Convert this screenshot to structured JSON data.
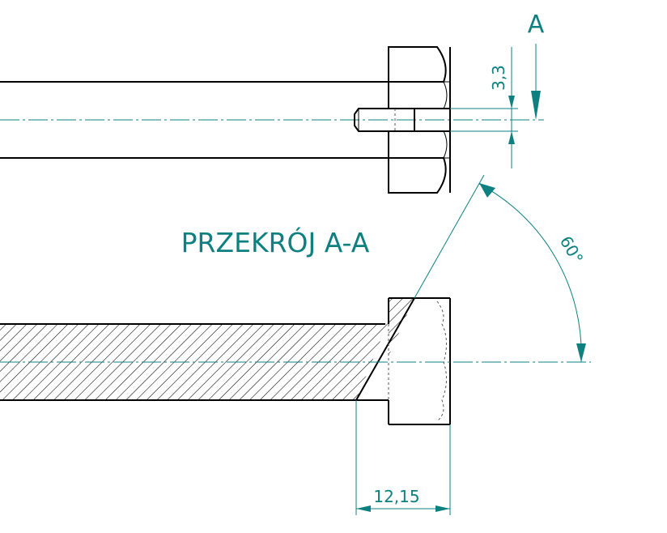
{
  "view_label": "A",
  "section_title": "PRZEKRÓJ A-A",
  "dimensions": {
    "thickness": "3,3",
    "angle": "60°",
    "length": "12,15"
  },
  "colors": {
    "annotation": "#0e8080",
    "outline": "#000000",
    "background": "#ffffff"
  }
}
